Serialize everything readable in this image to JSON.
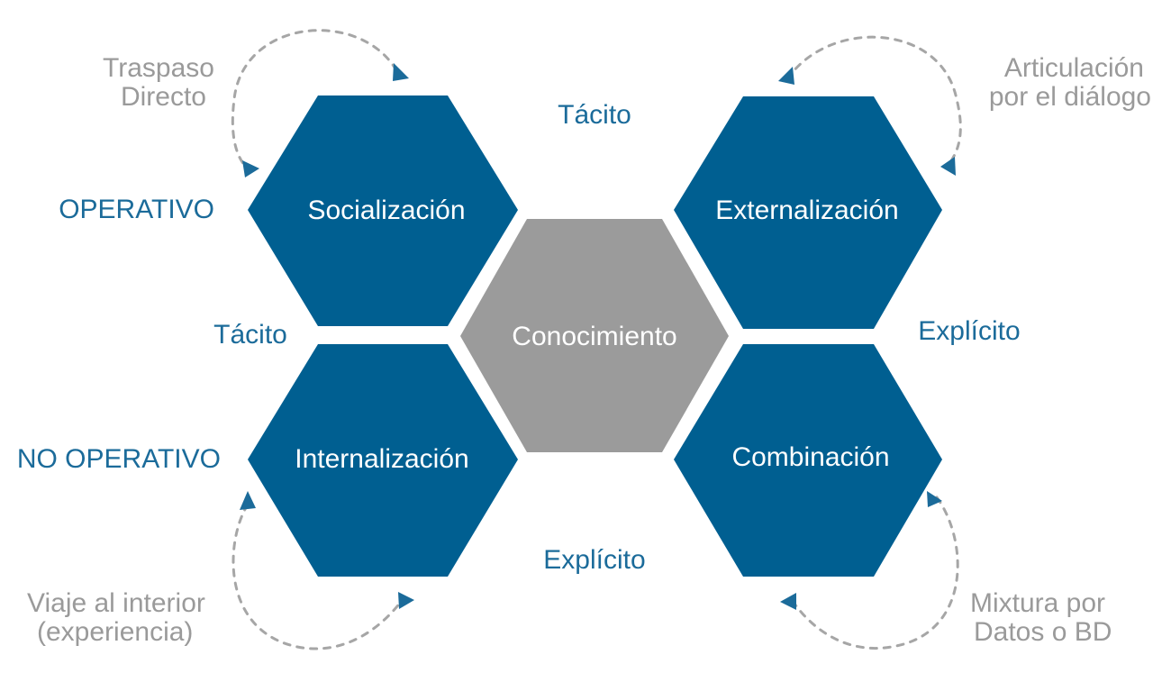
{
  "colors": {
    "hex_blue": "#005f91",
    "hex_gray": "#9b9b9b",
    "axis_text": "#1b6b9a",
    "note_text": "#9a9a9a",
    "loop_stroke": "#a6a6a6"
  },
  "hexagons": {
    "socializacion": "Socialización",
    "externalizacion": "Externalización",
    "internalizacion": "Internalización",
    "combinacion": "Combinación",
    "conocimiento": "Conocimiento"
  },
  "axis_labels": {
    "top_tacito": "Tácito",
    "left_tacito": "Tácito",
    "right_explicito": "Explícito",
    "bottom_explicito": "Explícito",
    "operativo": "OPERATIVO",
    "no_operativo": "NO OPERATIVO"
  },
  "notes": {
    "traspaso": [
      "Traspaso",
      "Directo"
    ],
    "articulacion": [
      "Articulación",
      "por el diálogo"
    ],
    "viaje": [
      "Viaje al interior",
      "(experiencia)"
    ],
    "mixtura": [
      "Mixtura por",
      "Datos o BD"
    ]
  }
}
